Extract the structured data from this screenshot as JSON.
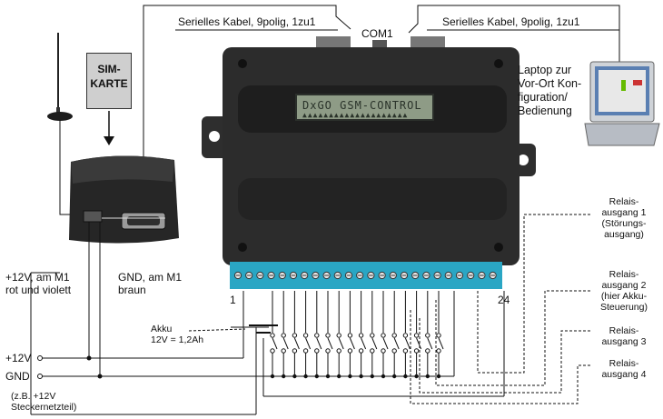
{
  "top_labels": {
    "cable_left": "Serielles Kabel, 9polig, 1zu1",
    "cable_right": "Serielles Kabel, 9polig, 1zu1",
    "com_port": "COM1"
  },
  "device": {
    "display_text": "DxGO GSM-CONTROL",
    "display_bar": "▲▲▲▲▲▲▲▲▲▲▲▲▲▲▲▲▲▲▲▲",
    "terminal_first": "1",
    "terminal_last": "24"
  },
  "sim": {
    "line1": "SIM-",
    "line2": "KARTE"
  },
  "laptop": {
    "line1": "Laptop zur",
    "line2": "Vor-Ort Kon-",
    "line3": "figuration/",
    "line4": "Bedienung"
  },
  "modem_power": {
    "plus_line1": "+12V, am M1",
    "plus_line2": "rot und violett",
    "gnd_line1": "GND, am M1",
    "gnd_line2": "braun"
  },
  "akku": {
    "line1": "Akku",
    "line2": "12V = 1,2Ah"
  },
  "supply": {
    "plus": "+12V",
    "gnd": "GND",
    "note_line1": "(z.B. +12V",
    "note_line2": "Steckernetzteil)"
  },
  "relays": [
    {
      "l1": "Relais-",
      "l2": "ausgang 1",
      "l3": "(Störungs-",
      "l4": "ausgang)"
    },
    {
      "l1": "Relais-",
      "l2": "ausgang 2",
      "l3": "(hier Akku-",
      "l4": "Steuerung)"
    },
    {
      "l1": "Relais-",
      "l2": "ausgang 3"
    },
    {
      "l1": "Relais-",
      "l2": "ausgang 4"
    }
  ]
}
